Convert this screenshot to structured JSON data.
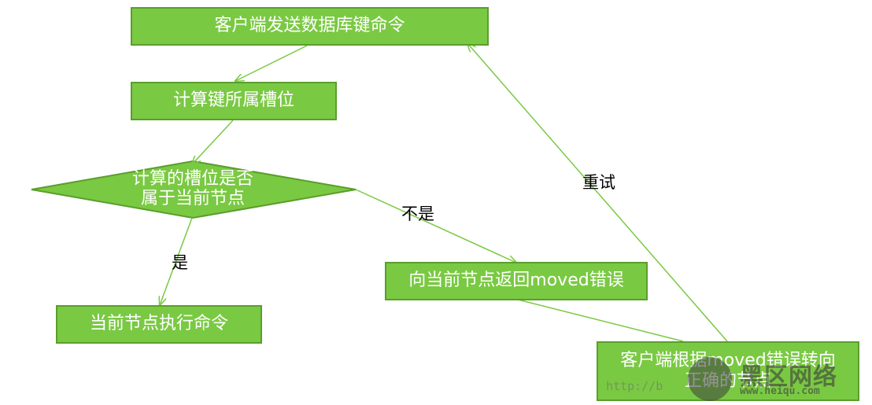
{
  "nodes": {
    "send_command": "客户端发送数据库键命令",
    "compute_slot": "计算键所属槽位",
    "decision": [
      "计算的槽位是否",
      "属于当前节点"
    ],
    "execute": "当前节点执行命令",
    "return_moved": "向当前节点返回moved错误",
    "redirect": [
      "客户端根据moved错误转向",
      "正确的节点"
    ]
  },
  "edges": {
    "yes": "是",
    "no": "不是",
    "retry": "重试"
  },
  "watermark": {
    "url": "http://b",
    "brand": "黑区网络",
    "site": "www.heiqu.com"
  },
  "colors": {
    "node_fill": "#7ac943",
    "node_border": "#5a9e2b",
    "arrow": "#7ac943"
  }
}
